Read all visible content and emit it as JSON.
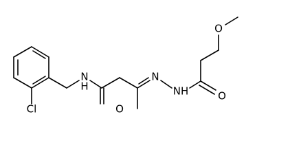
{
  "molecule": {
    "atoms": {
      "cl": "Cl",
      "nh_amide": "N",
      "h_amide": "H",
      "o_amide": "O",
      "n_imine": "N",
      "nh_hydrazide": "NH",
      "o_hydrazide": "O",
      "o_methoxy": "O"
    }
  }
}
